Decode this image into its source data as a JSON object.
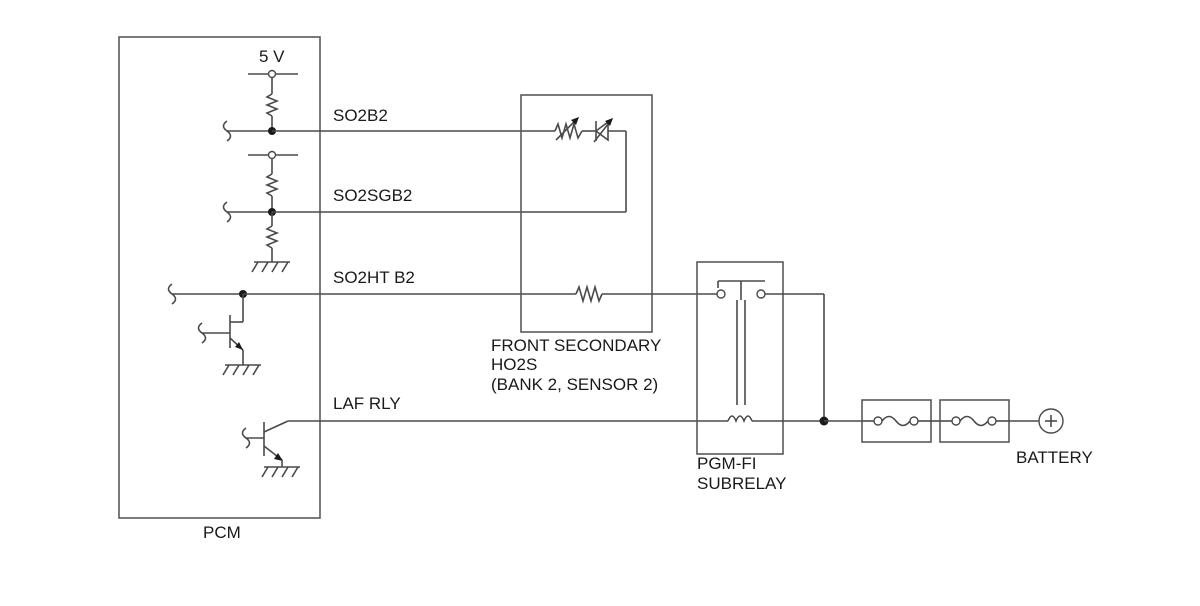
{
  "labels": {
    "supply_voltage": "5 V",
    "signal_so2b2": "SO2B2",
    "signal_so2sgb2": "SO2SGB2",
    "signal_so2htb2": "SO2HT B2",
    "signal_lafrly": "LAF RLY",
    "sensor_line1": "FRONT SECONDARY",
    "sensor_line2": "HO2S",
    "sensor_line3": "(BANK 2, SENSOR 2)",
    "relay_line1": "PGM-FI",
    "relay_line2": "SUBRELAY",
    "battery": "BATTERY",
    "pcm": "PCM"
  },
  "icons": [
    "resistor-icon",
    "ground-icon",
    "transistor-icon",
    "fuse-icon",
    "relay-coil-icon",
    "relay-switch-icon",
    "battery-plus-icon",
    "heater-icon"
  ]
}
